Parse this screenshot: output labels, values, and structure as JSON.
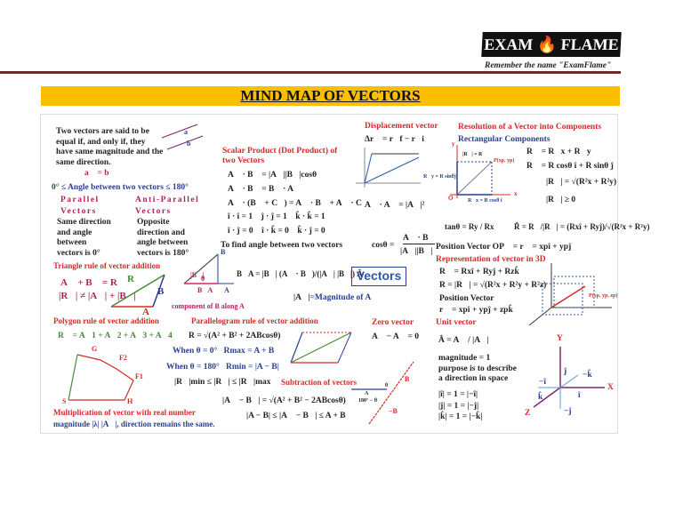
{
  "header": {
    "logo": "EXAM 🔥 FLAME",
    "tagline": "Remember the name \"ExamFlame\"",
    "title": "MIND MAP OF VECTORS"
  },
  "equal": {
    "text": [
      "Two vectors are said to be",
      "equal if, and only if, they",
      "have same magnitude and the",
      "same direction."
    ],
    "formula": "a⃗ = b⃗",
    "angle": "0° ≤ Angle between two vectors ≤ 180°",
    "label_a": "a⃗",
    "label_b": "b⃗"
  },
  "parallel": {
    "title": [
      "Parallel",
      "Vectors"
    ],
    "text": [
      "Same direction",
      "and angle",
      "between",
      "vectors is 0°"
    ]
  },
  "antiparallel": {
    "title": [
      "Anti-Parallel",
      "Vectors"
    ],
    "text": [
      "Opposite",
      "direction and",
      "angle between",
      "vectors is 180°"
    ]
  },
  "triangle": {
    "title": "Triangle rule of vector addition",
    "f1": "A⃗ + B⃗ = R⃗",
    "f2": "|R⃗| ≠ |A⃗| + |B⃗|",
    "R": "R⃗",
    "A": "A⃗",
    "B": "B⃗"
  },
  "scalar": {
    "title": [
      "Scalar Product (Dot Product) of",
      "two Vectors"
    ],
    "formulas": [
      "A⃗ · B⃗ = |A⃗||B⃗|cosθ",
      "A⃗ · B⃗ = B⃗ · A⃗",
      "A⃗ · (B⃗ + C⃗) = A⃗ · B⃗ + A⃗ · C⃗",
      "î · î = 1    ĵ · ĵ = 1    k̂ · k̂ = 1",
      "î · ĵ = 0    î · k̂ = 0    k̂ · ĵ = 0"
    ],
    "angle_text": "To find angle between two vectors",
    "cos_lhs": "cosθ =",
    "cos_num": "A⃗ · B⃗",
    "cos_den": "|A⃗||B⃗|",
    "aa": "A⃗ · A⃗ = |A⃗|²"
  },
  "component": {
    "ba": "B⃗A = |B⃗| (A⃗ · B⃗)/(|A⃗| |B⃗|) Â",
    "caption": "component of B along A",
    "Bmag": "|B⃗|",
    "B": "B⃗",
    "A": "A⃗",
    "theta": "θ",
    "BA": "B⃗A"
  },
  "center": {
    "label": "Vectors",
    "magnitude_sym": "|A⃗|",
    "magnitude_text": "=Magnitude of A⃗"
  },
  "displacement": {
    "title": "Displacement  vector",
    "formula": "Δr⃗ = r⃗f − r⃗i"
  },
  "resolution": {
    "title": "Resolution of a Vector into Components",
    "subtitle": "Rectangular Components",
    "formulas": [
      "R⃗ = R⃗x + R⃗y",
      "R⃗ = R cosθ î + R sinθ ĵ",
      "|R⃗| = √(R²x + R²y)",
      "|R⃗| ≥ 0"
    ],
    "tan": "tanθ = Ry / Rx",
    "unit": "R̂ = R⃗/|R⃗| = (Rxî + Ryĵ)/√(R²x + R²y)",
    "diagram": {
      "mag": "|R⃗| = R",
      "P": "P(xp, yp)",
      "ry": "R⃗y = R sinθĵ",
      "rx": "R⃗x = R cosθ î",
      "x": "x",
      "y": "y",
      "o": "O"
    }
  },
  "position": {
    "text": "Position Vector  OP⃗ = r⃗ = xpî + ypĵ"
  },
  "threeD": {
    "title": "Representation of vector in 3D",
    "formulas": [
      "R⃗ = Rxî + Ryĵ + Rzk̂",
      "R = |R⃗| = √(R²x + R²y + R²z)",
      "Position Vector",
      "r⃗ = xpî + ypĵ + zpk̂"
    ],
    "P": "P(xp, yp, zp)"
  },
  "polygon": {
    "title": "Polygon rule of vector addition",
    "formula": "R⃗ = A⃗1 + A⃗2 + A⃗3 + A⃗4",
    "labels": [
      "G",
      "F2",
      "F1",
      "H",
      "S"
    ]
  },
  "multiplication": {
    "title": "Multiplication of vector with real number",
    "text": "magnitude |λ| |A⃗|, direction remains the same."
  },
  "parallelogram": {
    "title": "Parallelogram rule of vector addition",
    "formulas": [
      "R = √(A² + B² + 2ABcosθ)",
      "When θ = 0°   Rmax = A + B",
      "When θ = 180°   Rmin = |A − B|",
      "|R⃗|min ≤ |R⃗| ≤ |R⃗|max"
    ]
  },
  "subtraction": {
    "title": "Subtraction of vectors",
    "formulas": [
      "|A⃗ − B⃗| = √(A² + B² − 2ABcosθ)",
      "|A − B| ≤ |A⃗ − B⃗| ≤ A + B"
    ],
    "labels": [
      "B⃗",
      "−B⃗",
      "A⃗",
      "180° − θ",
      "θ"
    ]
  },
  "zero": {
    "title": "Zero vector",
    "formula": "A⃗ − A⃗ = 0⃗"
  },
  "unit": {
    "title": "Unit vector",
    "formula": "Â = A⃗ / |A⃗|",
    "text": [
      "magnitude = 1",
      "purpose is to describe",
      "a direction in space"
    ],
    "norms": [
      "|î| = 1 = |−î|",
      "|ĵ| = 1 = |−ĵ|",
      "|k̂| = 1 = |−k̂|"
    ]
  },
  "axes": {
    "labels": [
      "Y",
      "X",
      "Z",
      "ĵ",
      "−k̂",
      "−î",
      "î",
      "k̂",
      "−ĵ"
    ]
  },
  "colors": {
    "accent": "#fbbf00",
    "red": "#d42a2a",
    "blue": "#2a3f8f"
  }
}
